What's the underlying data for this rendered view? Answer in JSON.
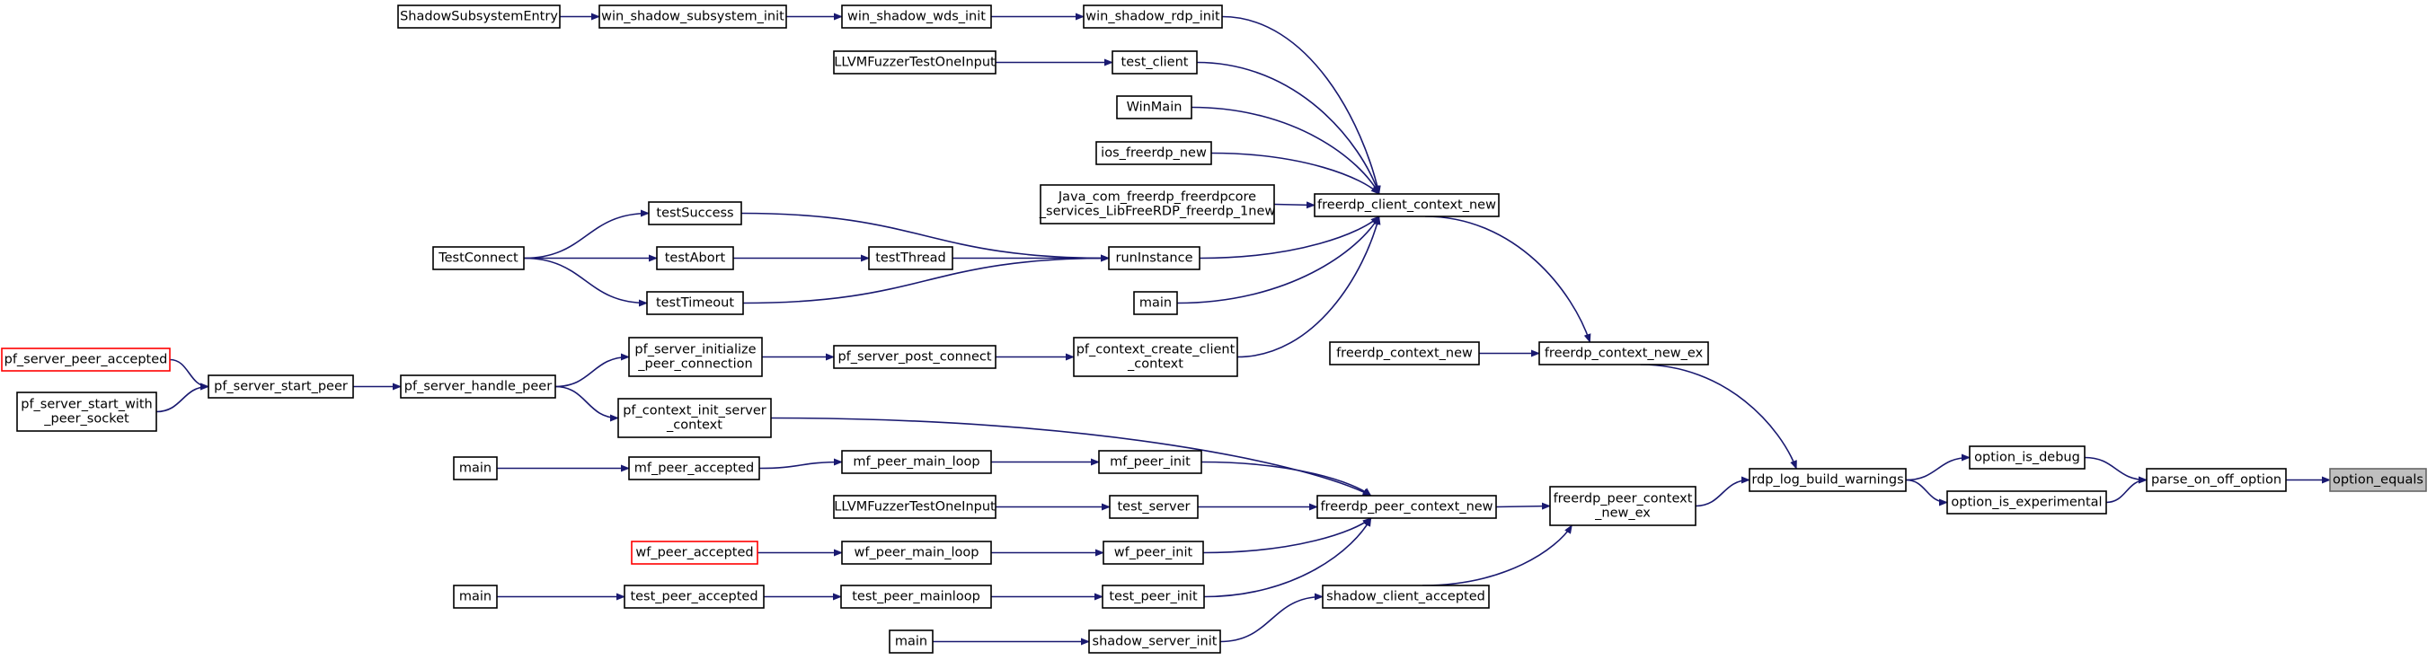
{
  "graph": {
    "colors": {
      "edge": "#191970",
      "node_border": "#000000",
      "highlight_fill": "#bfbfbf",
      "outlier_border": "#ff0000"
    },
    "nodes": {
      "n_option_equals": "option_equals",
      "n_parse_on_off_option": "parse_on_off_option",
      "n_option_is_debug": "option_is_debug",
      "n_option_is_experimental": "option_is_experimental",
      "n_rdp_log_build_warnings": "rdp_log_build_warnings",
      "n_freerdp_context_new_ex": "freerdp_context_new_ex",
      "n_freerdp_peer_context_new_ex": [
        "freerdp_peer_context",
        "_new_ex"
      ],
      "n_freerdp_context_new": "freerdp_context_new",
      "n_freerdp_client_context_new": "freerdp_client_context_new",
      "n_freerdp_peer_context_new": "freerdp_peer_context_new",
      "n_shadow_client_accepted": "shadow_client_accepted",
      "n_win_shadow_rdp_init": "win_shadow_rdp_init",
      "n_win_shadow_wds_init": "win_shadow_wds_init",
      "n_win_shadow_subsystem_init": "win_shadow_subsystem_init",
      "n_shadow_subsystem_entry": "ShadowSubsystemEntry",
      "n_test_client": "test_client",
      "n_llvm_fuzzer_1": "LLVMFuzzerTestOneInput",
      "n_winmain": "WinMain",
      "n_ios_freerdp_new": "ios_freerdp_new",
      "n_java_freerdp_new": [
        "Java_com_freerdp_freerdpcore",
        "_services_LibFreeRDP_freerdp_1new"
      ],
      "n_run_instance": "runInstance",
      "n_main_1": "main",
      "n_pf_context_create_client_context": [
        "pf_context_create_client",
        "_context"
      ],
      "n_test_success": "testSuccess",
      "n_test_abort": "testAbort",
      "n_test_timeout": "testTimeout",
      "n_test_thread": "testThread",
      "n_test_connect": "TestConnect",
      "n_pf_server_post_connect": "pf_server_post_connect",
      "n_pf_server_initialize_peer_connection": [
        "pf_server_initialize",
        "_peer_connection"
      ],
      "n_pf_server_handle_peer": "pf_server_handle_peer",
      "n_pf_server_start_peer": "pf_server_start_peer",
      "n_pf_server_peer_accepted": "pf_server_peer_accepted",
      "n_pf_server_start_with_peer_socket": [
        "pf_server_start_with",
        "_peer_socket"
      ],
      "n_pf_context_init_server_context": [
        "pf_context_init_server",
        "_context"
      ],
      "n_mf_peer_init": "mf_peer_init",
      "n_mf_peer_main_loop": "mf_peer_main_loop",
      "n_mf_peer_accepted": "mf_peer_accepted",
      "n_main_2": "main",
      "n_test_server": "test_server",
      "n_llvm_fuzzer_2": "LLVMFuzzerTestOneInput",
      "n_wf_peer_init": "wf_peer_init",
      "n_wf_peer_main_loop": "wf_peer_main_loop",
      "n_wf_peer_accepted": "wf_peer_accepted",
      "n_test_peer_init": "test_peer_init",
      "n_test_peer_mainloop": "test_peer_mainloop",
      "n_test_peer_accepted": "test_peer_accepted",
      "n_main_3": "main",
      "n_shadow_server_init": "shadow_server_init",
      "n_main_4": "main"
    }
  }
}
